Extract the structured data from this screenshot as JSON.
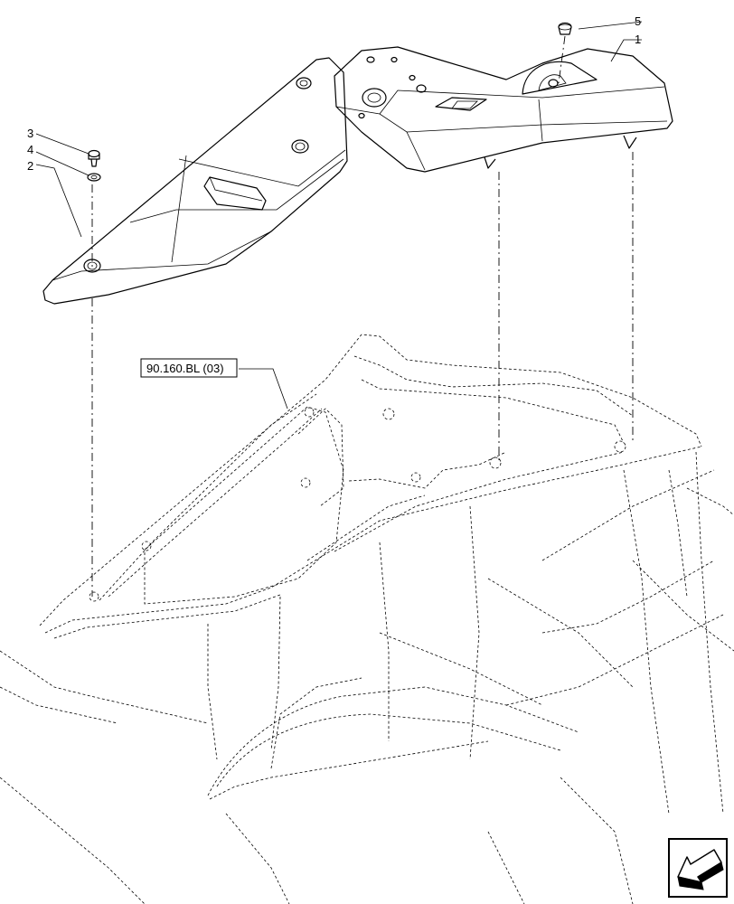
{
  "callouts": {
    "c1": "1",
    "c2": "2",
    "c3": "3",
    "c4": "4",
    "c5": "5"
  },
  "reference": {
    "label": "90.160.BL (03)"
  },
  "nav_icon": "arrow-back-icon",
  "colors": {
    "line": "#000000",
    "panel_fill": "#ffffff"
  }
}
